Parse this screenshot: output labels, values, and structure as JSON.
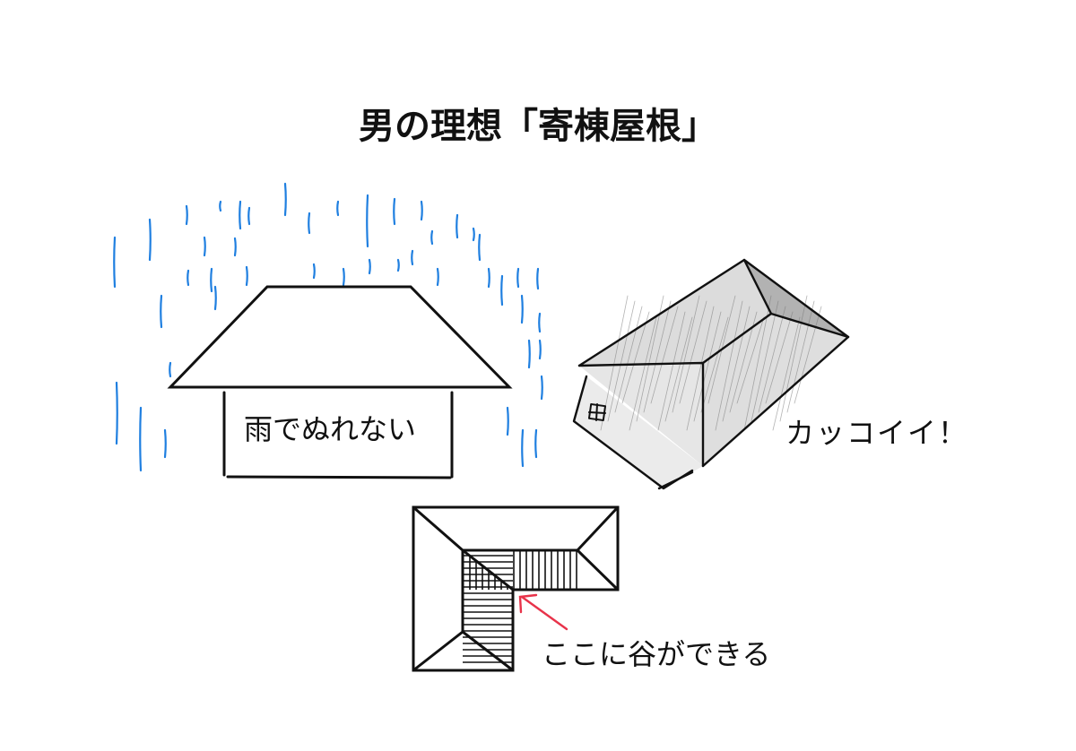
{
  "title": "男の理想「寄棟屋根」",
  "labels": {
    "rain": "雨でぬれない",
    "cool": "カッコイイ！",
    "valley": "ここに谷ができる"
  },
  "colors": {
    "rain": "#1f7fe0",
    "arrow": "#e8334a",
    "ink": "#111111"
  },
  "icons": [
    "rain-streaks",
    "hip-roof-front",
    "hip-roof-3d",
    "l-shaped-roof-plan",
    "arrow"
  ]
}
